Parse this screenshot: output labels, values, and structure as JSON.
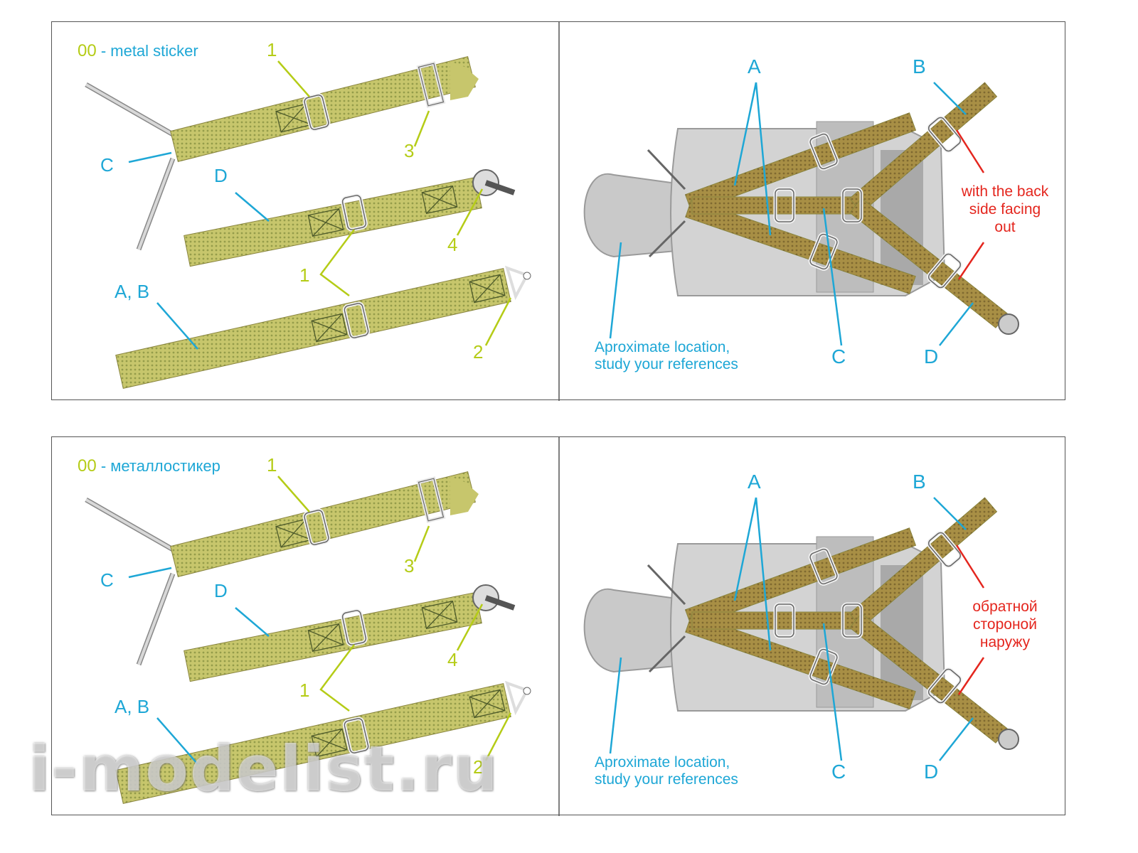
{
  "colors": {
    "label_blue": "#1ea7d6",
    "label_lime": "#b5cc17",
    "label_red": "#e4261e",
    "strap_left": "#c7c66c",
    "strap_right": "#a88f45",
    "seat_gray": "#c9c9c9"
  },
  "panels": [
    {
      "legend_code": "00",
      "legend_text": " - metal sticker",
      "labels": {
        "n1_top": "1",
        "n3": "3",
        "n4": "4",
        "n1_mid": "1",
        "n2": "2",
        "c_left": "C",
        "d_left": "D",
        "ab": "A, B",
        "a": "A",
        "b": "B",
        "c_right": "C",
        "d_right": "D",
        "note_line1": "Aproximate location,",
        "note_line2": "study your references",
        "back_line1": "with the back",
        "back_line2": "side facing",
        "back_line3": "out"
      }
    },
    {
      "legend_code": "00",
      "legend_text": " - металлостикер",
      "labels": {
        "n1_top": "1",
        "n3": "3",
        "n4": "4",
        "n1_mid": "1",
        "n2": "2",
        "c_left": "C",
        "d_left": "D",
        "ab": "A, B",
        "a": "A",
        "b": "B",
        "c_right": "C",
        "d_right": "D",
        "note_line1": "Aproximate location,",
        "note_line2": "study your references",
        "back_line1": "обратной",
        "back_line2": "стороной",
        "back_line3": "наружу"
      }
    }
  ],
  "watermark": "i-modelist.ru"
}
